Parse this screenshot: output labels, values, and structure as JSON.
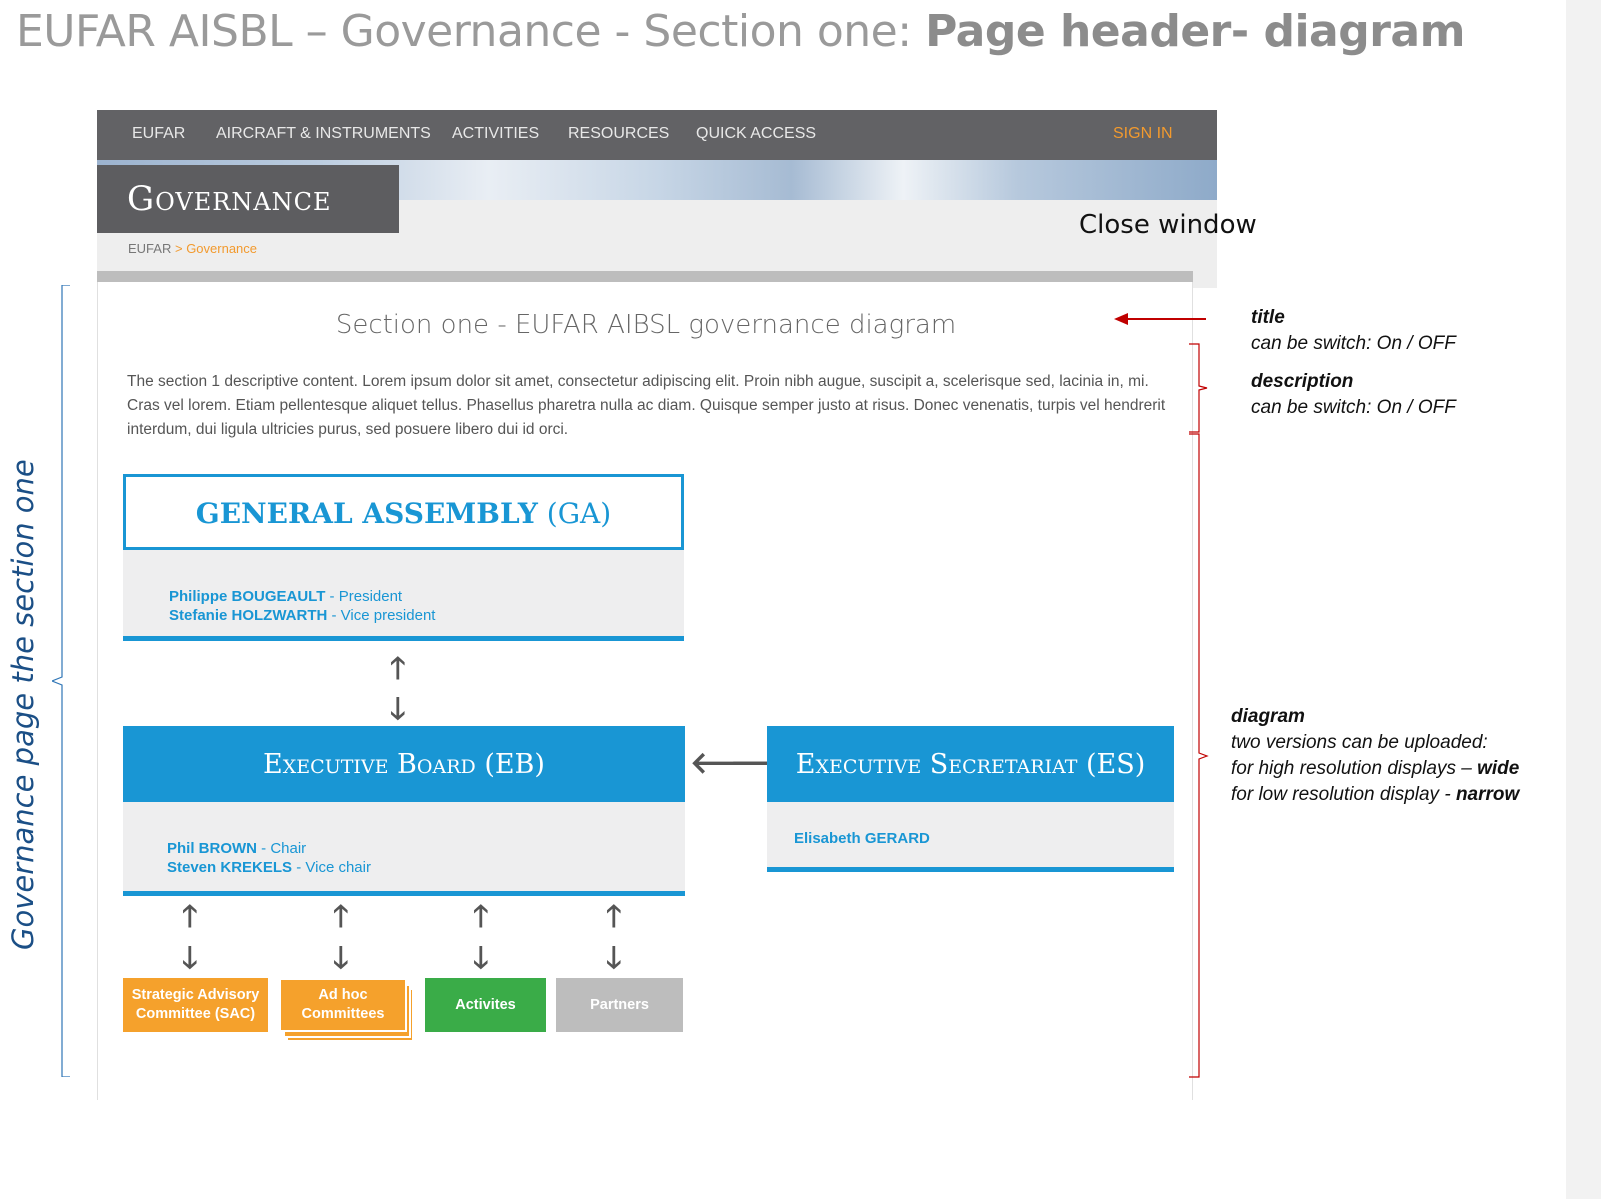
{
  "slide": {
    "title_prefix": "EUFAR AISBL – Governance - Section one:  ",
    "title_strong": "Page header- diagram"
  },
  "nav": {
    "items": [
      "EUFAR",
      "AIRCRAFT & INSTRUMENTS",
      "ACTIVITIES",
      "RESOURCES",
      "QUICK ACCESS"
    ],
    "signin": "SIGN IN"
  },
  "header": {
    "page_title": "Governance",
    "close_window": "Close window",
    "breadcrumb": {
      "root": "EUFAR",
      "separator": ">",
      "current": "Governance"
    }
  },
  "section": {
    "title": "Section one - EUFAR AIBSL governance diagram",
    "description": "The section 1 descriptive content. Lorem ipsum dolor sit amet, consectetur adipiscing elit. Proin nibh augue, suscipit a, scelerisque sed, lacinia in, mi. Cras vel lorem. Etiam pellentesque aliquet tellus. Phasellus pharetra nulla ac diam. Quisque semper justo at risus. Donec venenatis, turpis vel hendrerit interdum, dui ligula ultricies purus, sed posuere libero dui id orci."
  },
  "diagram": {
    "ga": {
      "title_bold": "GENERAL ASSEMBLY",
      "title_abbr": "(GA)",
      "members": [
        {
          "name": "Philippe BOUGEAULT",
          "role": " - President"
        },
        {
          "name": "Stefanie HOLZWARTH",
          "role": " - Vice president"
        }
      ]
    },
    "eb": {
      "title": "Executive Board (EB)",
      "members": [
        {
          "name": "Phil BROWN",
          "role": " - Chair"
        },
        {
          "name": "Steven KREKELS",
          "role": " - Vice chair"
        }
      ]
    },
    "es": {
      "title": "Executive Secretariat (ES)",
      "members": [
        {
          "name": "Elisabeth GERARD",
          "role": ""
        }
      ]
    },
    "sub_boxes": {
      "sac": [
        "Strategic Advisory",
        "Committee (SAC)"
      ],
      "adhoc": [
        "Ad hoc",
        "Committees"
      ],
      "activities": "Activites",
      "partners": "Partners"
    },
    "colors": {
      "blue": "#1996d4",
      "orange": "#f5a12c",
      "green": "#3aac48",
      "grey": "#bdbdbd"
    }
  },
  "annotations": {
    "side_label": "Governance page the section one",
    "title_note": {
      "label": "title",
      "text": "can be switch: On / OFF"
    },
    "description_note": {
      "label": "description",
      "text": "can be switch: On / OFF"
    },
    "diagram_note": {
      "label": "diagram",
      "line1": "two versions can be uploaded:",
      "line2_prefix": "for high resolution displays – ",
      "line2_bold": "wide",
      "line3_prefix": "for low resolution display - ",
      "line3_bold": "narrow"
    }
  }
}
